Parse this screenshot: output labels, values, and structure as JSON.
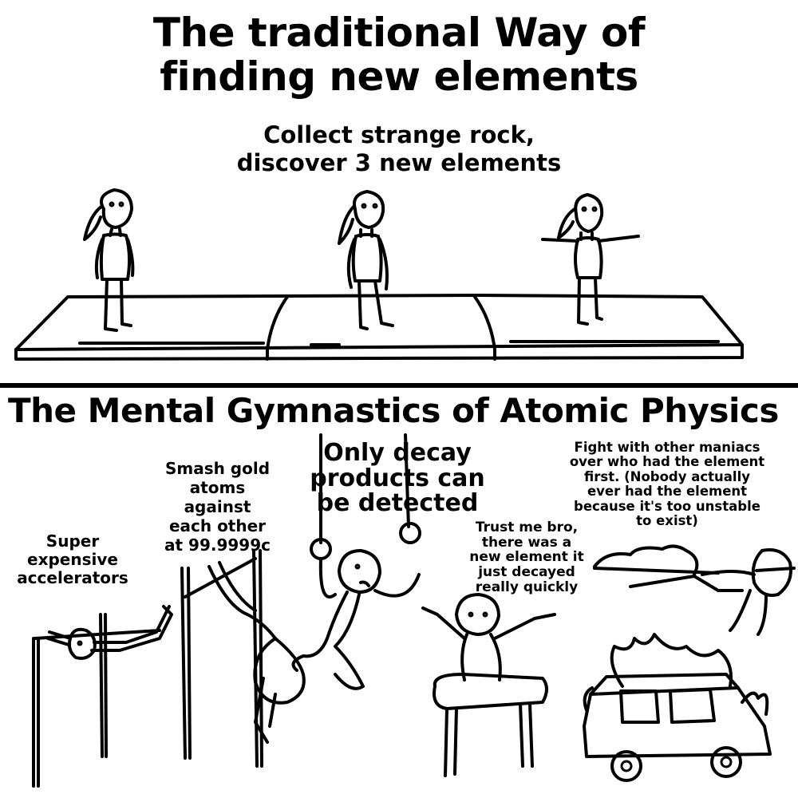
{
  "top_panel": {
    "title": "The traditional Way of\nfinding new elements",
    "caption": "Collect strange rock,\ndiscover 3 new elements"
  },
  "bottom_panel": {
    "title": "The Mental Gymnastics of Atomic Physics",
    "labels": {
      "accelerators": "Super\nexpensive\naccelerators",
      "smash": "Smash gold\natoms\nagainst\neach other\nat 99.9999c",
      "decay": "Only decay\nproducts can\nbe detected",
      "trust": "Trust me bro,\nthere was a\nnew element it\njust decayed\nreally quickly",
      "fight": "Fight with other maniacs\nover who had the element\nfirst. (Nobody actually\never had the element\nbecause it's too unstable\nto exist)"
    }
  },
  "colors": {
    "ink": "#000000",
    "background": "#ffffff"
  }
}
